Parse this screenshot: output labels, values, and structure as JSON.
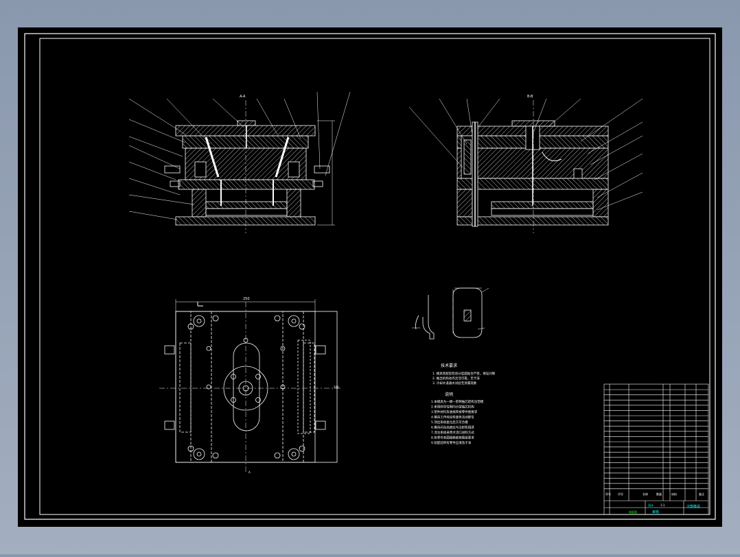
{
  "viewer": {
    "background_color": "#8e9cb2",
    "paper_color": "#000000",
    "line_color": "#ffffff",
    "accent_color": "#00ffff",
    "yellow_color": "#ffff00",
    "green_color": "#00ff00"
  },
  "views": {
    "section1_label": "A-A",
    "section2_label": "B-B",
    "plan_dim_top": "250",
    "plan_dim_right": "200",
    "plan_section_mark": "A"
  },
  "notes": {
    "title1": "技术要求",
    "lines1": [
      "1. 模具装配后检验分型面贴合严密，保证间隙",
      "2. 推出机构动作灵活可靠，无卡滞",
      "3. 冷却水道通水试验无渗漏现象"
    ],
    "title2": "说明",
    "lines2": [
      "1.本模具为一模一腔侧抽芯结构注塑模",
      "2.采用斜导柱侧向分型抽芯机构",
      "3.塑件材料及收缩率按零件图要求",
      "4.模具工作前应检查各活动部位",
      "5.顶出系统复位后方可合模",
      "6.模具闭合高度应与注射机相适",
      "7.浇注系统采用点浇口进料方式",
      "8.各零件表面粗糙度按图纸要求",
      "9.装配前所有零件应清洗干净"
    ]
  },
  "title_block": {
    "header": [
      "序号",
      "代号",
      "名称",
      "数量",
      "材料",
      "备注"
    ],
    "drawing_name": "注塑模具",
    "scale": "1:1",
    "designer": "设计",
    "checker": "审核",
    "company": "装配图"
  }
}
